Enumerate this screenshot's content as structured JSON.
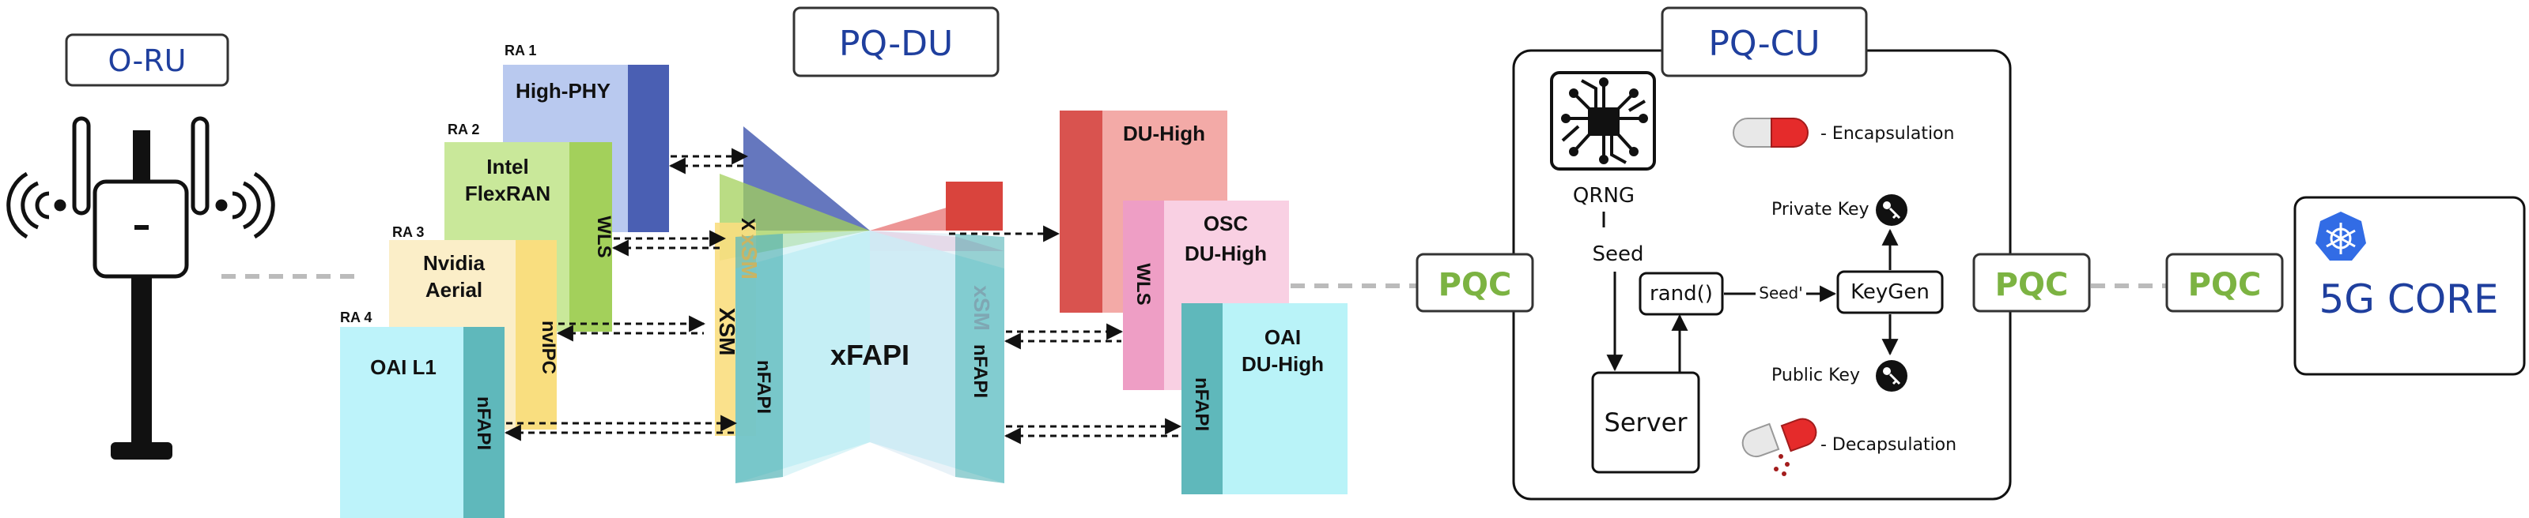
{
  "oru": {
    "label": "O-RU"
  },
  "pqdu": {
    "title": "PQ-DU",
    "ra": [
      {
        "tag": "RA 1",
        "name": "High-PHY",
        "interface": ""
      },
      {
        "tag": "RA 2",
        "name": "Intel FlexRAN",
        "name_lines": [
          "Intel",
          "FlexRAN"
        ],
        "interface": "WLS"
      },
      {
        "tag": "RA 3",
        "name": "Nvidia Aerial",
        "name_lines": [
          "Nvidia",
          "Aerial"
        ],
        "interface": "nvIPC"
      },
      {
        "tag": "RA 4",
        "name": "OAI L1",
        "interface": "nFAPI"
      }
    ],
    "core_label": "xFAPI",
    "left_strip_labels": [
      "X",
      "xSM",
      "XSM",
      "nFAPI"
    ],
    "right_strip_labels": [
      "xSM",
      "nFAPI"
    ],
    "du": [
      {
        "name": "DU-High",
        "name_lines": [
          "DU-High"
        ],
        "interface": ""
      },
      {
        "name": "OSC DU-High",
        "name_lines": [
          "OSC",
          "DU-High"
        ],
        "interface": "WLS"
      },
      {
        "name": "OAI DU-High",
        "name_lines": [
          "OAI",
          "DU-High"
        ],
        "interface": "nFAPI"
      }
    ]
  },
  "pqcu": {
    "title": "PQ-CU",
    "qrng_label": "QRNG",
    "seed_label": "Seed",
    "seed_prime_label": "Seed'",
    "rand_label": "rand()",
    "keygen_label": "KeyGen",
    "server_label": "Server",
    "private_key_label": "Private Key",
    "public_key_label": "Public Key",
    "encapsulation_label": "- Encapsulation",
    "decapsulation_label": "- Decapsulation"
  },
  "pqc_labels": [
    "PQC",
    "PQC",
    "PQC"
  ],
  "core": {
    "label": "5G CORE"
  },
  "colors": {
    "title_blue": "#1f3f9e",
    "pqc_green": "#7cb342",
    "ra1": "#b9c9ef",
    "ra2": "#c9e89a",
    "ra3": "#fbeec8",
    "ra4": "#bdf3fa",
    "du1": "#f3aaa7",
    "du2": "#f9d0e3",
    "du3": "#b9f3f8"
  }
}
